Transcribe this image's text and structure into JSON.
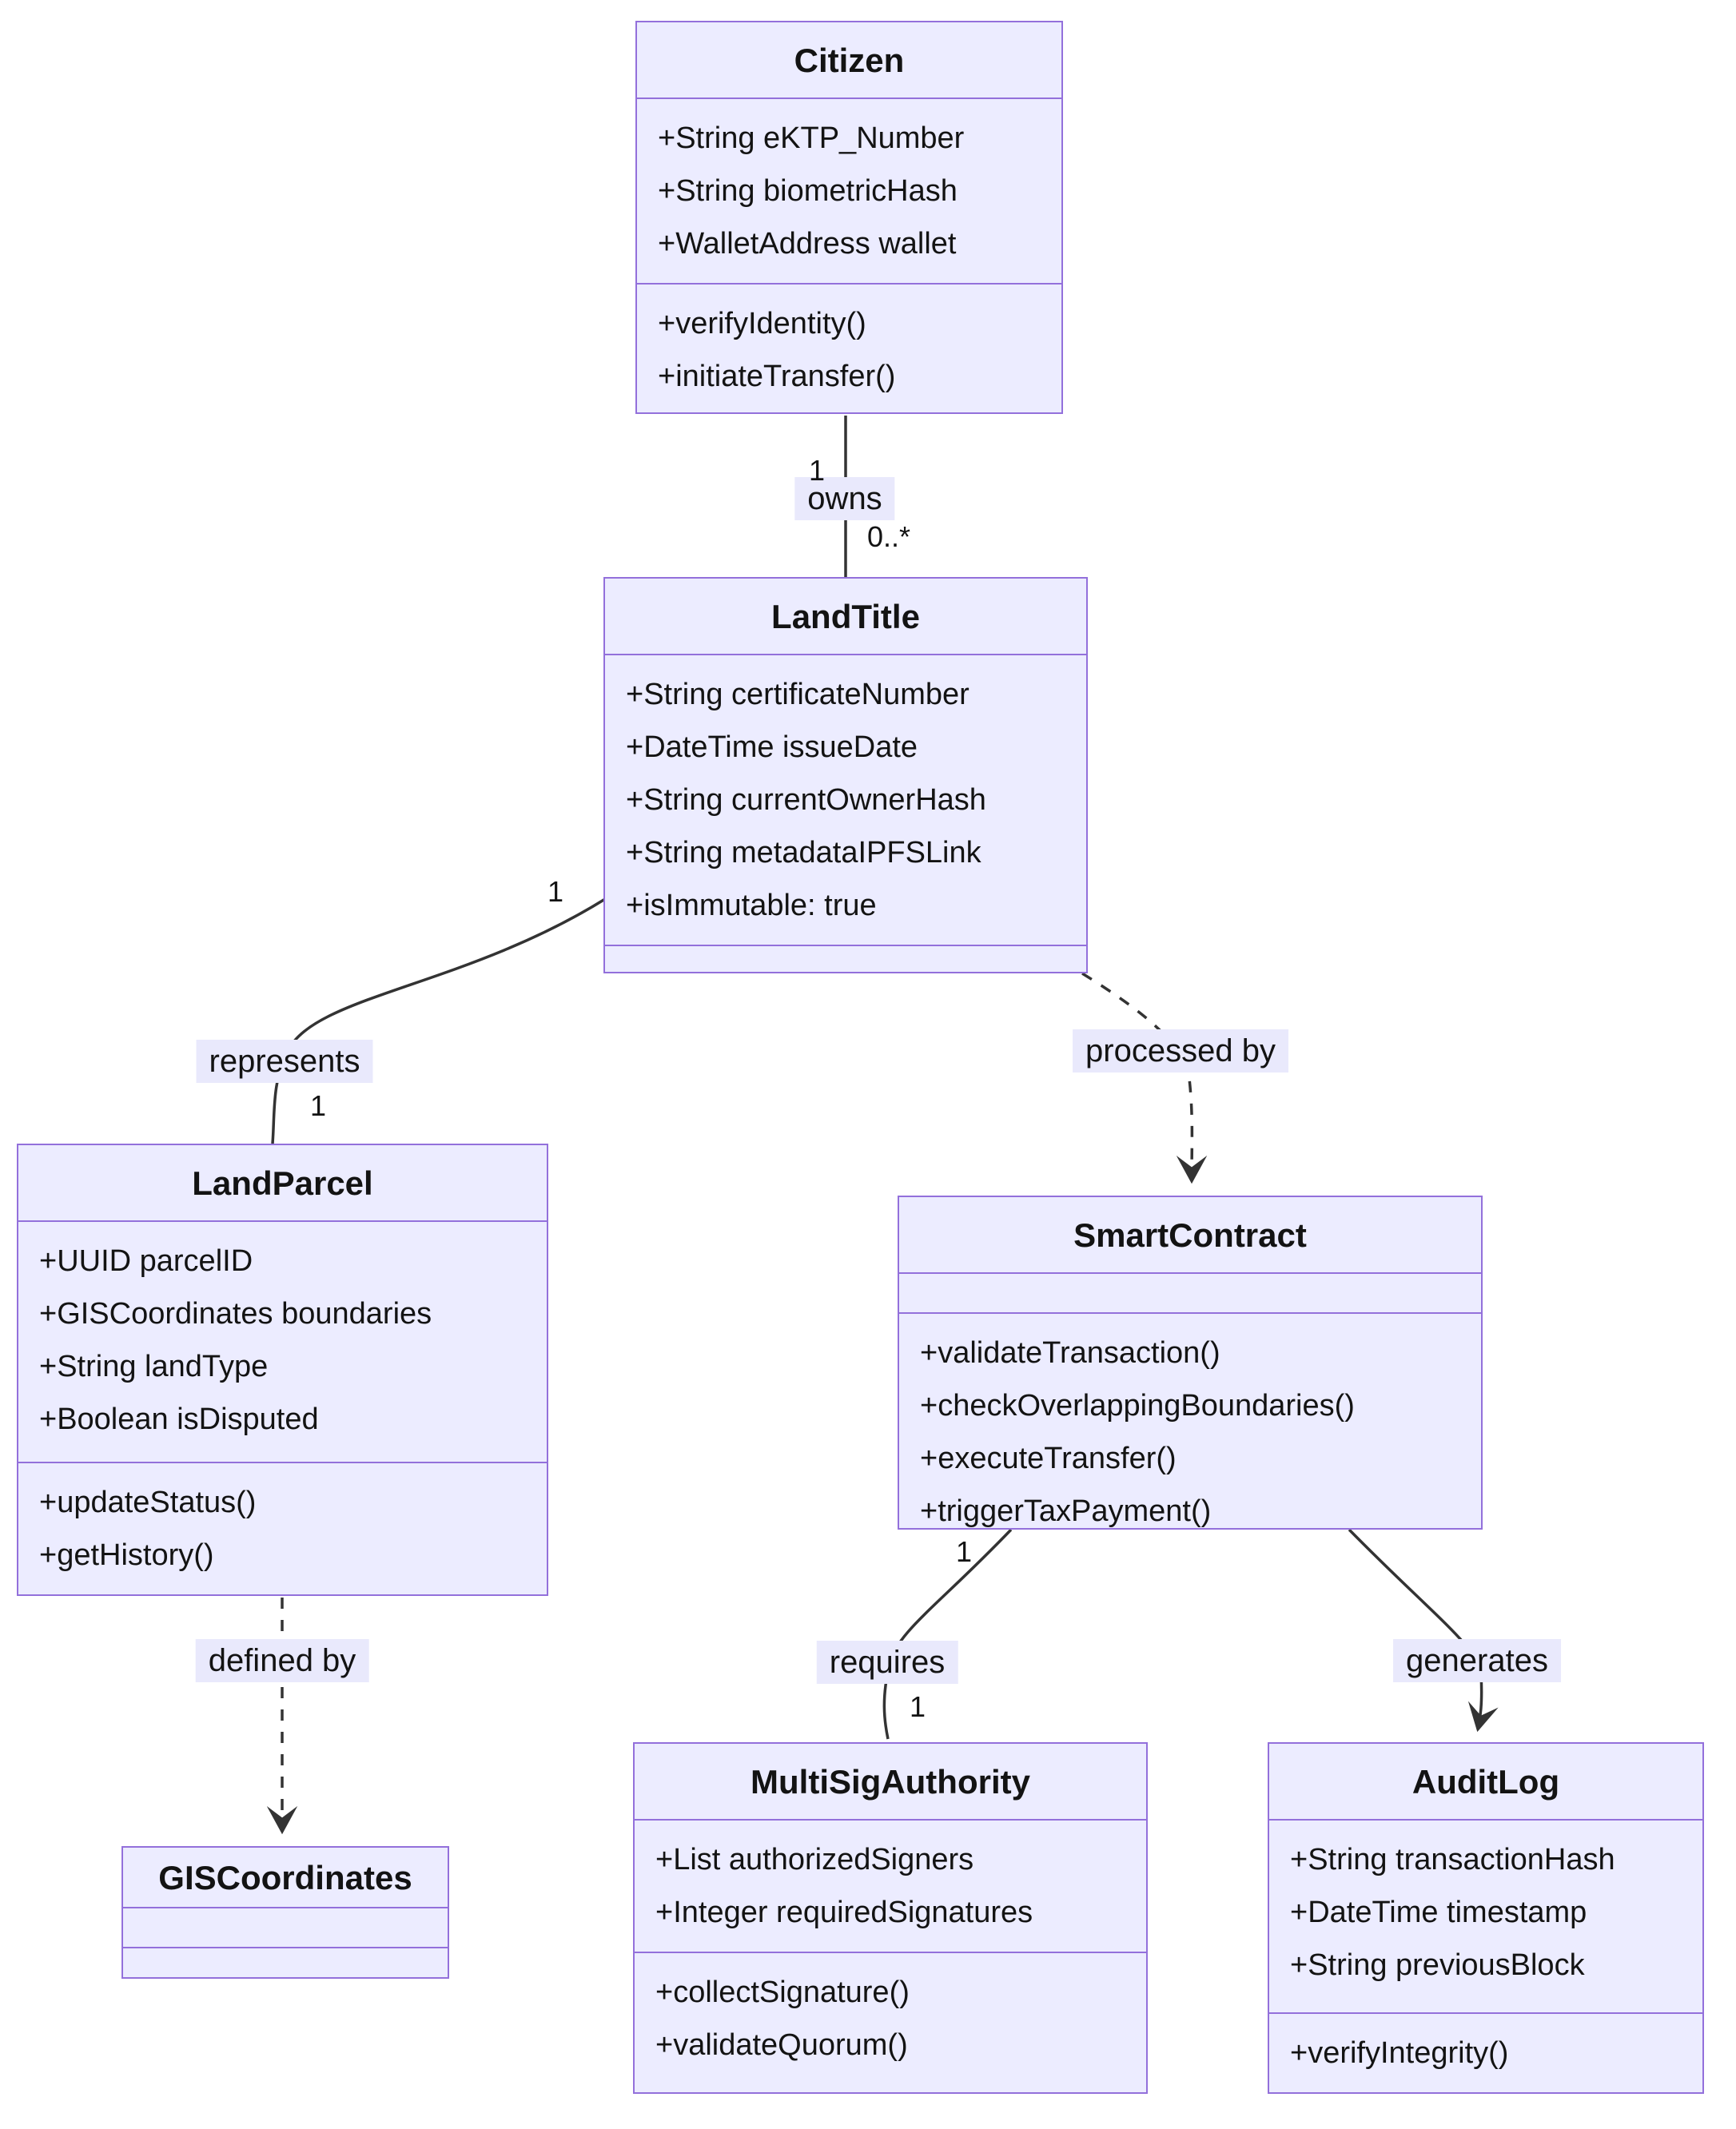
{
  "classes": {
    "citizen": {
      "title": "Citizen",
      "attrs": [
        "+String eKTP_Number",
        "+String biometricHash",
        "+WalletAddress wallet"
      ],
      "methods": [
        "+verifyIdentity()",
        "+initiateTransfer()"
      ]
    },
    "landtitle": {
      "title": "LandTitle",
      "attrs": [
        "+String certificateNumber",
        "+DateTime issueDate",
        "+String currentOwnerHash",
        "+String metadataIPFSLink",
        "+isImmutable: true"
      ],
      "methods": []
    },
    "landparcel": {
      "title": "LandParcel",
      "attrs": [
        "+UUID parcelID",
        "+GISCoordinates boundaries",
        "+String landType",
        "+Boolean isDisputed"
      ],
      "methods": [
        "+updateStatus()",
        "+getHistory()"
      ]
    },
    "smartcontract": {
      "title": "SmartContract",
      "attrs": [],
      "methods": [
        "+validateTransaction()",
        "+checkOverlappingBoundaries()",
        "+executeTransfer()",
        "+triggerTaxPayment()"
      ]
    },
    "giscoordinates": {
      "title": "GISCoordinates",
      "attrs": [],
      "methods": []
    },
    "multisigauthority": {
      "title": "MultiSigAuthority",
      "attrs": [
        "+List authorizedSigners",
        "+Integer requiredSignatures"
      ],
      "methods": [
        "+collectSignature()",
        "+validateQuorum()"
      ]
    },
    "auditlog": {
      "title": "AuditLog",
      "attrs": [
        "+String transactionHash",
        "+DateTime timestamp",
        "+String previousBlock"
      ],
      "methods": [
        "+verifyIntegrity()"
      ]
    }
  },
  "relations": {
    "owns": {
      "label": "owns",
      "from_mult": "1",
      "to_mult": "0..*"
    },
    "represents": {
      "label": "represents",
      "from_mult": "1",
      "to_mult": "1"
    },
    "processed_by": {
      "label": "processed by"
    },
    "defined_by": {
      "label": "defined by"
    },
    "requires": {
      "label": "requires",
      "from_mult": "1",
      "to_mult": "1"
    },
    "generates": {
      "label": "generates"
    }
  },
  "colors": {
    "class_fill": "#ECECFF",
    "class_border": "#9370DB",
    "edge_line": "#333333",
    "label_bg": "#E9E9FC",
    "text": "#131313"
  }
}
